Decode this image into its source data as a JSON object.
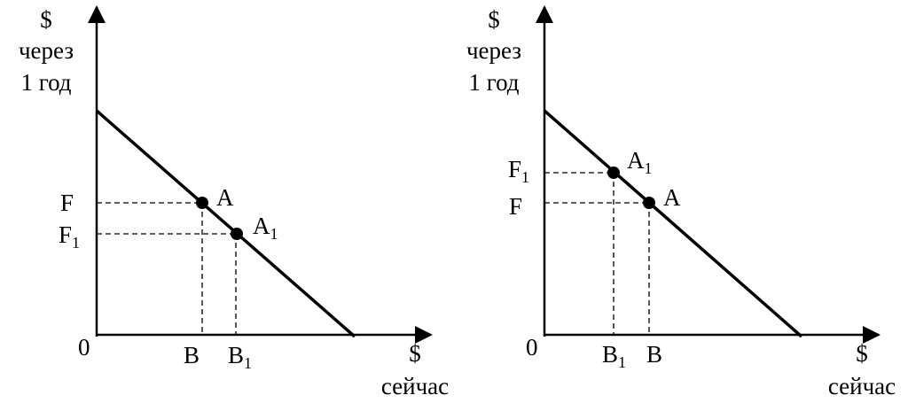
{
  "panels": [
    {
      "id": "left",
      "y_axis_label": [
        "$",
        "через",
        "1 год"
      ],
      "x_axis_label": [
        "$",
        "сейчас"
      ],
      "origin_label": "0",
      "points": [
        {
          "name": "A",
          "sub": ""
        },
        {
          "name": "A",
          "sub": "1"
        }
      ],
      "y_ticks": [
        {
          "name": "F",
          "sub": ""
        },
        {
          "name": "F",
          "sub": "1"
        }
      ],
      "x_ticks": [
        {
          "name": "B",
          "sub": ""
        },
        {
          "name": "B",
          "sub": "1"
        }
      ]
    },
    {
      "id": "right",
      "y_axis_label": [
        "$",
        "через",
        "1 год"
      ],
      "x_axis_label": [
        "$",
        "сейчас"
      ],
      "origin_label": "0",
      "points": [
        {
          "name": "A",
          "sub": "1"
        },
        {
          "name": "A",
          "sub": ""
        }
      ],
      "y_ticks": [
        {
          "name": "F",
          "sub": "1"
        },
        {
          "name": "F",
          "sub": ""
        }
      ],
      "x_ticks": [
        {
          "name": "B",
          "sub": "1"
        },
        {
          "name": "B",
          "sub": ""
        }
      ]
    }
  ]
}
